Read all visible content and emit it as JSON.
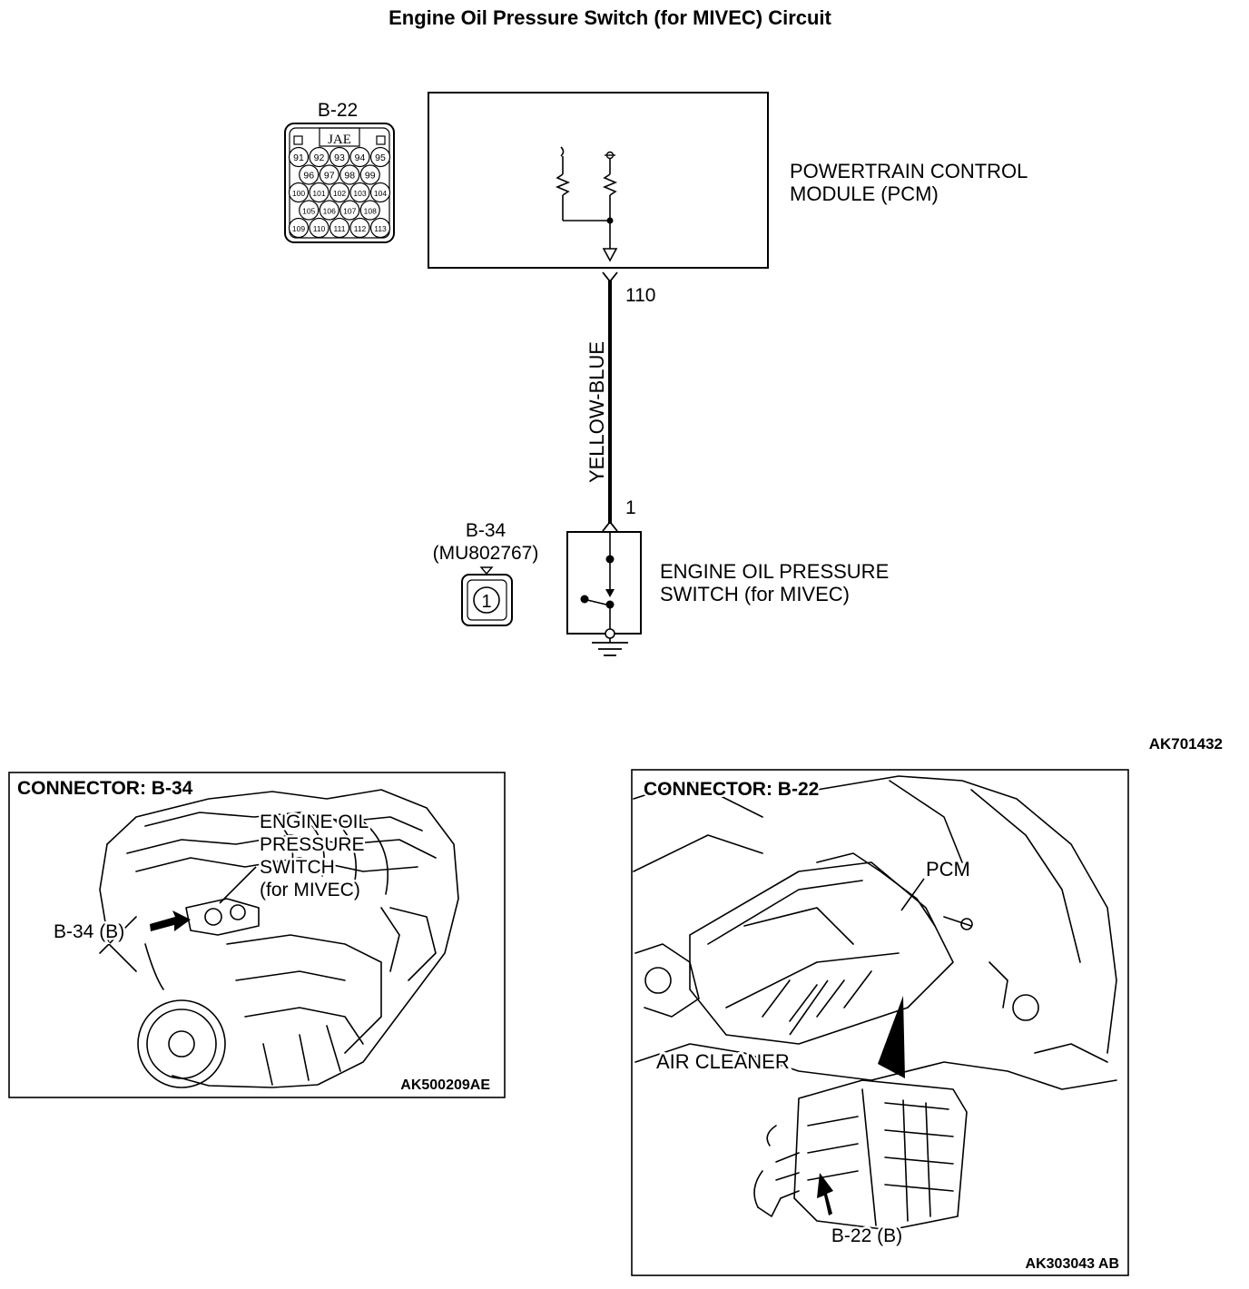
{
  "title": "Engine Oil Pressure Switch (for MIVEC) Circuit",
  "figure_code": "AK701432",
  "pcm": {
    "label_line1": "POWERTRAIN CONTROL",
    "label_line2": "MODULE (PCM)",
    "terminal": "110"
  },
  "connector_b22": {
    "name": "B-22",
    "maker": "JAE",
    "rows": [
      [
        "91",
        "92",
        "93",
        "94",
        "95"
      ],
      [
        "96",
        "97",
        "98",
        "99"
      ],
      [
        "100",
        "101",
        "102",
        "103",
        "104"
      ],
      [
        "105",
        "106",
        "107",
        "108"
      ],
      [
        "109",
        "110",
        "111",
        "112",
        "113"
      ]
    ]
  },
  "wire": {
    "color_label": "YELLOW-BLUE"
  },
  "switch": {
    "label_line1": "ENGINE OIL PRESSURE",
    "label_line2": "SWITCH (for MIVEC)",
    "terminal": "1"
  },
  "connector_b34": {
    "name": "B-34",
    "part": "(MU802767)",
    "pin": "1"
  },
  "panel_left": {
    "heading": "CONNECTOR: B-34",
    "callout_lines": [
      "ENGINE OIL",
      "PRESSURE",
      "SWITCH",
      "(for MIVEC)"
    ],
    "arrow_label": "B-34 (B)",
    "code": "AK500209AE"
  },
  "panel_right": {
    "heading": "CONNECTOR: B-22",
    "pcm_label": "PCM",
    "air_cleaner_label": "AIR CLEANER",
    "arrow_label": "B-22 (B)",
    "code": "AK303043 AB"
  }
}
